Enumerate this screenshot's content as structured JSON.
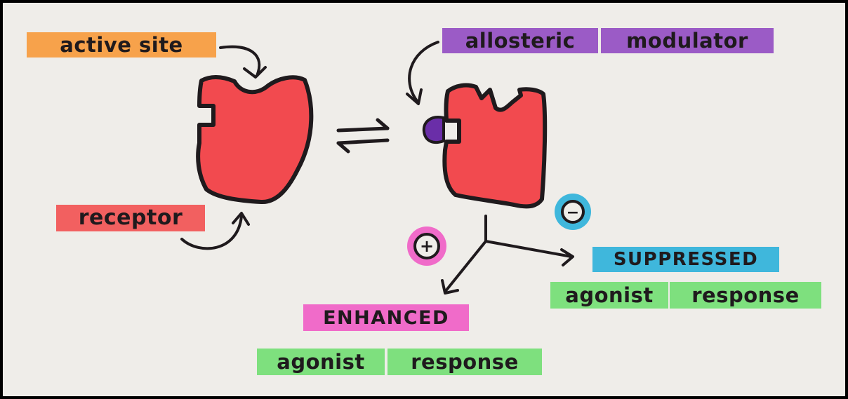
{
  "labels": {
    "active_site": "active site",
    "allosteric": "allosteric",
    "modulator": "modulator",
    "receptor": "receptor",
    "enhanced": "ENHANCED",
    "suppressed": "SUPPRESSED",
    "agonist_enh": "agonist",
    "response_enh": "response",
    "agonist_sup": "agonist",
    "response_sup": "response",
    "plus_symbol": "+",
    "minus_symbol": "−"
  },
  "colors": {
    "background": "#efede9",
    "receptor_fill": "#f24a4f",
    "modulator_fill": "#6a2ea8",
    "highlight_orange": "#f7a24b",
    "highlight_purple": "#9b5bc6",
    "highlight_red": "#f26060",
    "highlight_pink": "#f06bc9",
    "highlight_blue": "#3fb7dc",
    "highlight_green": "#7ee07e",
    "ink": "#1f1a1d"
  }
}
